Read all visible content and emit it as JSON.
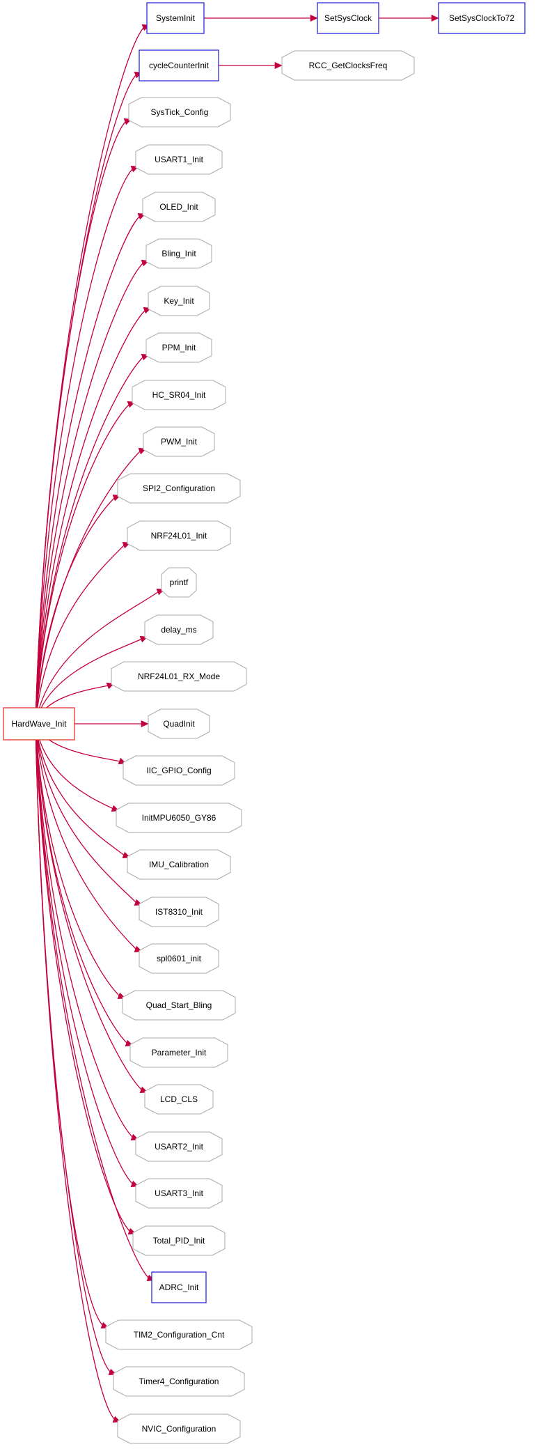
{
  "colors": {
    "edge": "#c4003c",
    "root_border": "#e8322d",
    "documented_border": "#2a2ad8",
    "external_border": "#a8a8a8"
  },
  "nodes": {
    "root": {
      "label": "HardWave_Init",
      "kind": "root"
    },
    "n1": {
      "label": "SystemInit",
      "kind": "documented"
    },
    "n2": {
      "label": "SetSysClock",
      "kind": "documented"
    },
    "n3": {
      "label": "SetSysClockTo72",
      "kind": "documented"
    },
    "n4": {
      "label": "cycleCounterInit",
      "kind": "documented"
    },
    "n5": {
      "label": "RCC_GetClocksFreq",
      "kind": "external"
    },
    "n6": {
      "label": "SysTick_Config",
      "kind": "external"
    },
    "n7": {
      "label": "USART1_Init",
      "kind": "external"
    },
    "n8": {
      "label": "OLED_Init",
      "kind": "external"
    },
    "n9": {
      "label": "Bling_Init",
      "kind": "external"
    },
    "n10": {
      "label": "Key_Init",
      "kind": "external"
    },
    "n11": {
      "label": "PPM_Init",
      "kind": "external"
    },
    "n12": {
      "label": "HC_SR04_Init",
      "kind": "external"
    },
    "n13": {
      "label": "PWM_Init",
      "kind": "external"
    },
    "n14": {
      "label": "SPI2_Configuration",
      "kind": "external"
    },
    "n15": {
      "label": "NRF24L01_Init",
      "kind": "external"
    },
    "n16": {
      "label": "printf",
      "kind": "external"
    },
    "n17": {
      "label": "delay_ms",
      "kind": "external"
    },
    "n18": {
      "label": "NRF24L01_RX_Mode",
      "kind": "external"
    },
    "n19": {
      "label": "QuadInit",
      "kind": "external"
    },
    "n20": {
      "label": "IIC_GPIO_Config",
      "kind": "external"
    },
    "n21": {
      "label": "InitMPU6050_GY86",
      "kind": "external"
    },
    "n22": {
      "label": "IMU_Calibration",
      "kind": "external"
    },
    "n23": {
      "label": "IST8310_Init",
      "kind": "external"
    },
    "n24": {
      "label": "spl0601_init",
      "kind": "external"
    },
    "n25": {
      "label": "Quad_Start_Bling",
      "kind": "external"
    },
    "n26": {
      "label": "Parameter_Init",
      "kind": "external"
    },
    "n27": {
      "label": "LCD_CLS",
      "kind": "external"
    },
    "n28": {
      "label": "USART2_Init",
      "kind": "external"
    },
    "n29": {
      "label": "USART3_Init",
      "kind": "external"
    },
    "n30": {
      "label": "Total_PID_Init",
      "kind": "external"
    },
    "n31": {
      "label": "ADRC_Init",
      "kind": "documented"
    },
    "n32": {
      "label": "TIM2_Configuration_Cnt",
      "kind": "external"
    },
    "n33": {
      "label": "Timer4_Configuration",
      "kind": "external"
    },
    "n34": {
      "label": "NVIC_Configuration",
      "kind": "external"
    }
  },
  "edges": [
    [
      "root",
      "n1"
    ],
    [
      "n1",
      "n2"
    ],
    [
      "n2",
      "n3"
    ],
    [
      "root",
      "n4"
    ],
    [
      "n4",
      "n5"
    ],
    [
      "root",
      "n6"
    ],
    [
      "root",
      "n7"
    ],
    [
      "root",
      "n8"
    ],
    [
      "root",
      "n9"
    ],
    [
      "root",
      "n10"
    ],
    [
      "root",
      "n11"
    ],
    [
      "root",
      "n12"
    ],
    [
      "root",
      "n13"
    ],
    [
      "root",
      "n14"
    ],
    [
      "root",
      "n15"
    ],
    [
      "root",
      "n16"
    ],
    [
      "root",
      "n17"
    ],
    [
      "root",
      "n18"
    ],
    [
      "root",
      "n19"
    ],
    [
      "root",
      "n20"
    ],
    [
      "root",
      "n21"
    ],
    [
      "root",
      "n22"
    ],
    [
      "root",
      "n23"
    ],
    [
      "root",
      "n24"
    ],
    [
      "root",
      "n25"
    ],
    [
      "root",
      "n26"
    ],
    [
      "root",
      "n27"
    ],
    [
      "root",
      "n28"
    ],
    [
      "root",
      "n29"
    ],
    [
      "root",
      "n30"
    ],
    [
      "root",
      "n31"
    ],
    [
      "root",
      "n32"
    ],
    [
      "root",
      "n33"
    ],
    [
      "root",
      "n34"
    ]
  ]
}
